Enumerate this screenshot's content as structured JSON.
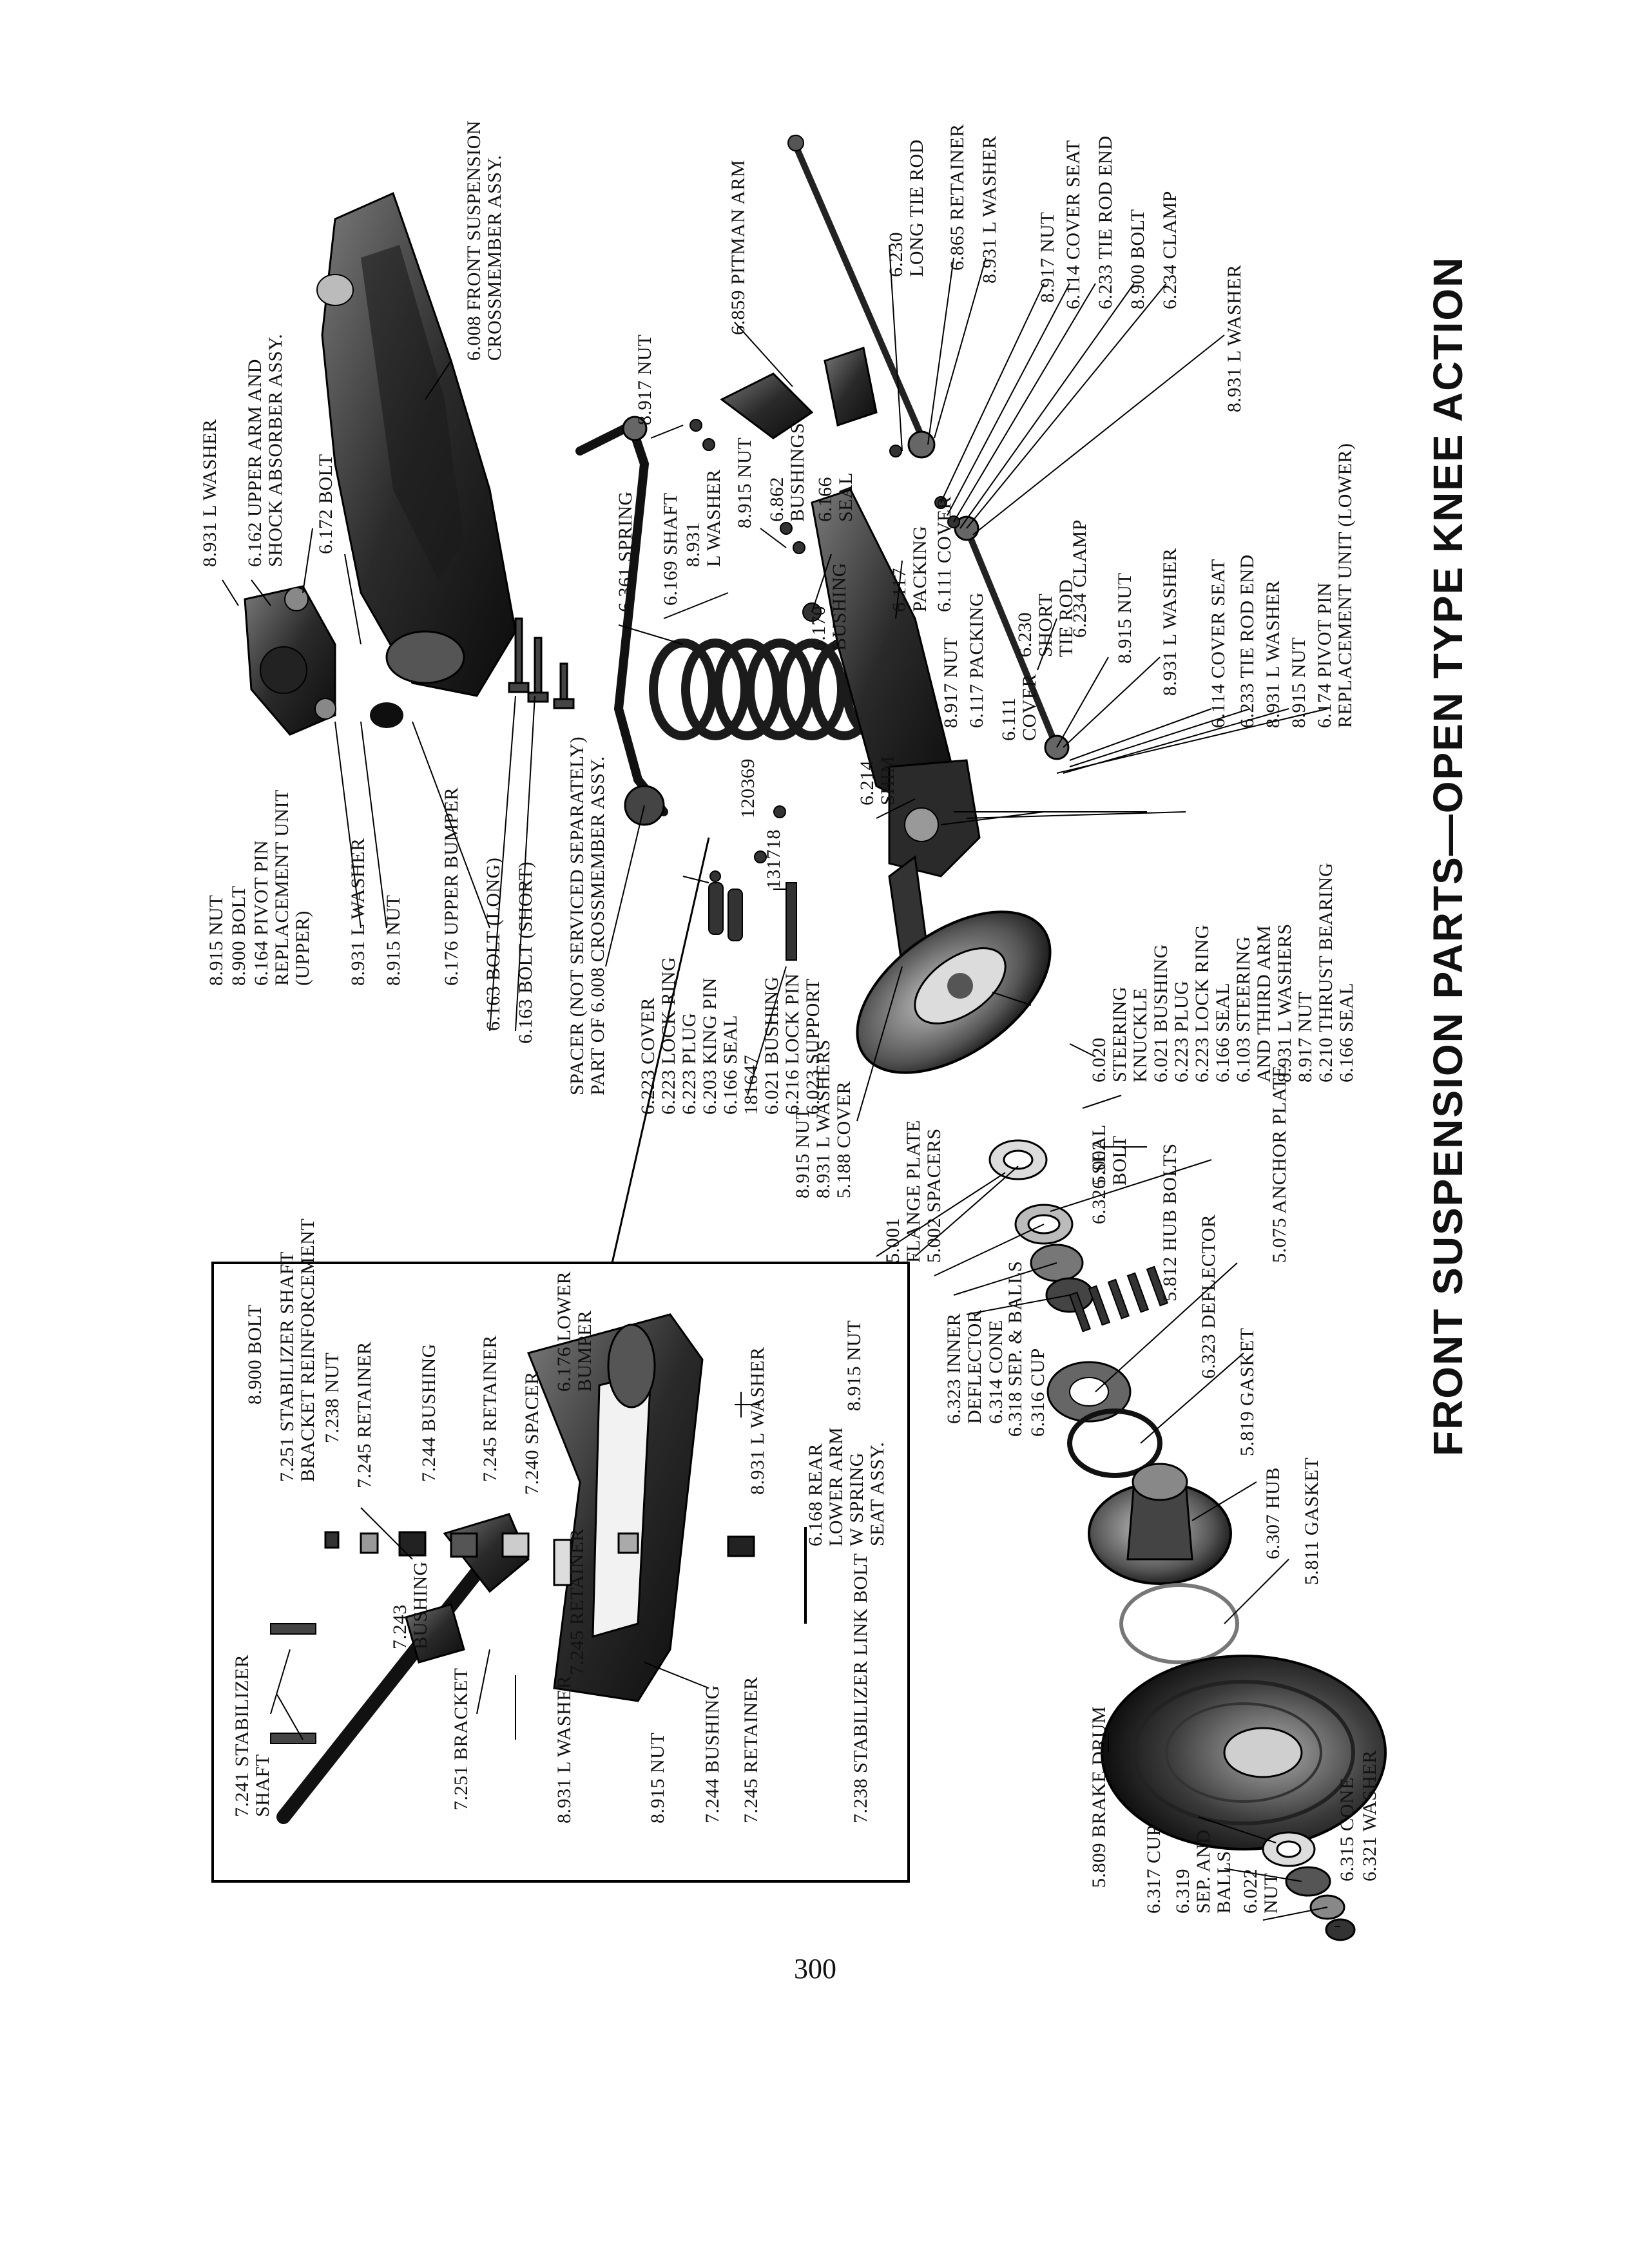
{
  "title": "FRONT SUSPENSION PARTS—OPEN TYPE KNEE ACTION",
  "page_number": "300",
  "labels": {
    "l01": "8.931 L WASHER",
    "l02": "6.162 UPPER ARM AND\nSHOCK ABSORBER ASSY.",
    "l03": "6.172 BOLT",
    "l04": "6.008 FRONT SUSPENSION\nCROSSMEMBER ASSY.",
    "l05": "8.917 NUT",
    "l06": "6.859 PITMAN ARM",
    "l07": "6.230\nLONG TIE ROD",
    "l08": "6.865 RETAINER",
    "l09": "8.931 L WASHER",
    "l10": "8.917 NUT",
    "l11": "6.114 COVER SEAT",
    "l12": "6.233 TIE ROD END",
    "l13": "8.900 BOLT",
    "l14": "6.234 CLAMP",
    "l15": "8.931 L WASHER",
    "l16": "6.361 SPRING",
    "l17": "6.169 SHAFT",
    "l18": "8.931\nL WASHER",
    "l19": "8.915 NUT",
    "l20": "6.862\nBUSHINGS",
    "l21": "6.166\nSEAL",
    "l22": "6.170\nBUSHING",
    "l23": "6.117\nPACKING",
    "l24": "6.111 COVER",
    "l25": "6.230\nSHORT\nTIE ROD",
    "l26": "6.234 CLAMP",
    "l27": "8.915 NUT",
    "l28": "8.931 L WASHER",
    "l29": "6.114 COVER SEAT",
    "l30": "6.233 TIE ROD END",
    "l31": "8.931 L WASHER",
    "l32": "8.915 NUT",
    "l33": "6.174 PIVOT PIN\nREPLACEMENT UNIT (LOWER)",
    "l34": "8.917 NUT",
    "l35": "6.117 PACKING",
    "l36": "6.111\nCOVER",
    "l37": "6.214\nSHIM",
    "l38": "120369",
    "l39": "131718",
    "l40": "8.915 NUT",
    "l41": "8.900 BOLT",
    "l42": "6.164 PIVOT PIN\nREPLACEMENT UNIT\n(UPPER)",
    "l43": "8.931 L WASHER",
    "l44": "8.915 NUT",
    "l45": "6.176 UPPER BUMPER",
    "l46": "6.163 BOLT (LONG)",
    "l47": "6.163 BOLT (SHORT)",
    "l48": "SPACER (NOT SERVICED SEPARATELY)\nPART OF 6.008 CROSSMEMBER ASSY.",
    "l49": "6.223 COVER\n6.223 LOCK RING\n6.223 PLUG\n6.203 KING PIN\n6.166 SEAL\n181647\n6.021 BUSHING\n6.216 LOCK PIN\n6.023 SUPPORT",
    "l50": "8.915 NUT\n8.931 L WASHERS\n5.188 COVER",
    "l51": "6.020\nSTEERING\nKNUCKLE\n6.021 BUSHING\n6.223 PLUG\n6.223 LOCK RING\n6.166 SEAL\n6.103 STEERING\nAND THIRD ARM\n8.931 L WASHERS\n8.917 NUT\n6.210 THRUST BEARING\n6.166 SEAL",
    "l52": "5.001\nFLANGE PLATE\n5.002 SPACERS",
    "l53": "5.002\nBOLT",
    "l54": "6.326 SEAL",
    "l55": "5.812 HUB BOLTS",
    "l56": "5.075 ANCHOR PLATE",
    "l57": "6.323 INNER\nDEFLECTOR",
    "l58": "6.314 CONE",
    "l59": "6.318 SEP. & BALLS",
    "l60": "6.316 CUP",
    "l61": "6.323 DEFLECTOR",
    "l62": "5.819 GASKET",
    "l63": "6.307 HUB",
    "l64": "5.811 GASKET",
    "l65": "5.809 BRAKE DRUM",
    "l66": "6.317 CUP",
    "l67": "6.319\nSEP. AND\nBALLS",
    "l68": "6.022\nNUT",
    "l69": "6.315 CONE",
    "l70": "6.321 WASHER",
    "l71": "7.241 STABILIZER\nSHAFT",
    "l72": "8.900 BOLT",
    "l73": "7.251 STABILIZER SHAFT\nBRACKET REINFORCEMENT",
    "l74": "7.238 NUT",
    "l75": "7.245 RETAINER",
    "l76": "7.243\nBUSHING",
    "l77": "7.244 BUSHING",
    "l78": "7.245 RETAINER",
    "l79": "7.240 SPACER",
    "l80": "6.176 LOWER\nBUMPER",
    "l81": "8.915 NUT",
    "l82": "8.931 L WASHER",
    "l83": "6.168 REAR\nLOWER ARM\nW SPRING\nSEAT ASSY.",
    "l84": "7.245 RETAINER",
    "l85": "7.251 BRACKET",
    "l86": "8.931 L WASHER",
    "l87": "8.915 NUT",
    "l88": "7.244 BUSHING",
    "l89": "7.245 RETAINER",
    "l90": "7.238 STABILIZER LINK BOLT"
  }
}
